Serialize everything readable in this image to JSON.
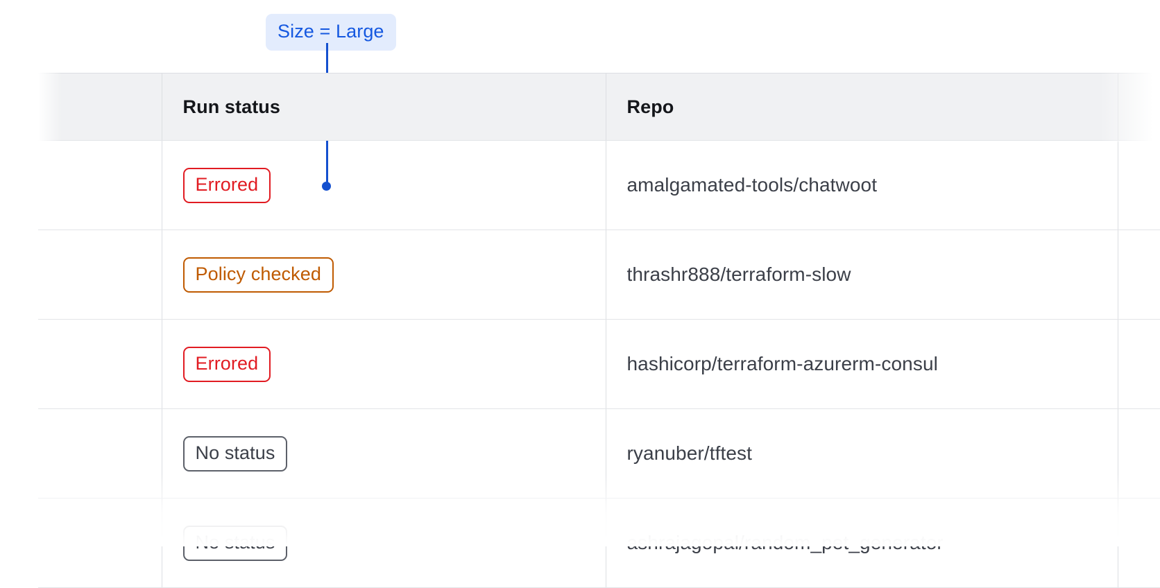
{
  "annotation": {
    "label": "Size = Large",
    "accent_color": "#1450cf",
    "badge_bg": "#e3ecfd",
    "badge_text_color": "#1558e0",
    "connector": "vertical-line-with-dot"
  },
  "table": {
    "columns": [
      {
        "key": "select",
        "label": ""
      },
      {
        "key": "run_status",
        "label": "Run status"
      },
      {
        "key": "repo",
        "label": "Repo"
      },
      {
        "key": "overflow",
        "label": ""
      }
    ],
    "header_bg": "#f0f1f3",
    "border_color": "#dcdee2",
    "rows": [
      {
        "status": "Errored",
        "status_variant": "errored",
        "repo": "amalgamated-tools/chatwoot",
        "faded": false
      },
      {
        "status": "Policy checked",
        "status_variant": "policy",
        "repo": "thrashr888/terraform-slow",
        "faded": false
      },
      {
        "status": "Errored",
        "status_variant": "errored",
        "repo": "hashicorp/terraform-azurerm-consul",
        "faded": false
      },
      {
        "status": "No status",
        "status_variant": "none",
        "repo": "ryanuber/tftest",
        "faded": false
      },
      {
        "status": "No status",
        "status_variant": "none",
        "repo": "ashrajagopal/random_pet_generator",
        "faded": true
      }
    ]
  },
  "status_colors": {
    "errored": "#e11b22",
    "policy": "#bf5a00",
    "none": "#3b3f48"
  }
}
